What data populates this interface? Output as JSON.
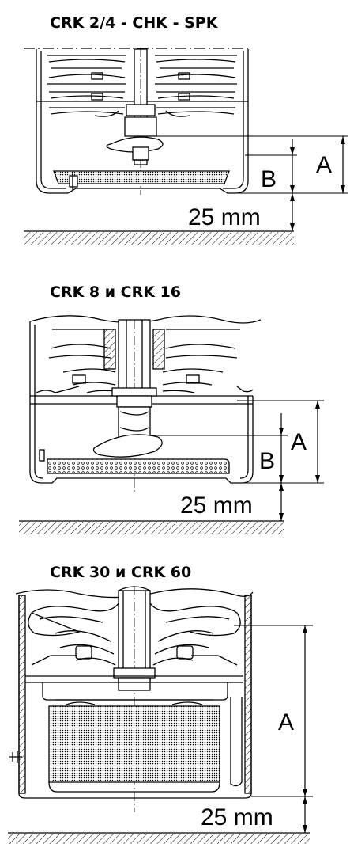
{
  "sections": [
    {
      "title": "CRK 2/4 - CHK - SPK",
      "label_a": "A",
      "label_b": "B",
      "label_gap": "25 mm"
    },
    {
      "title": "CRK 8 и CRK 16",
      "label_a": "A",
      "label_b": "B",
      "label_gap": "25 mm"
    },
    {
      "title": "CRK 30 и CRK 60",
      "label_a": "A",
      "label_gap": "25 mm"
    }
  ]
}
